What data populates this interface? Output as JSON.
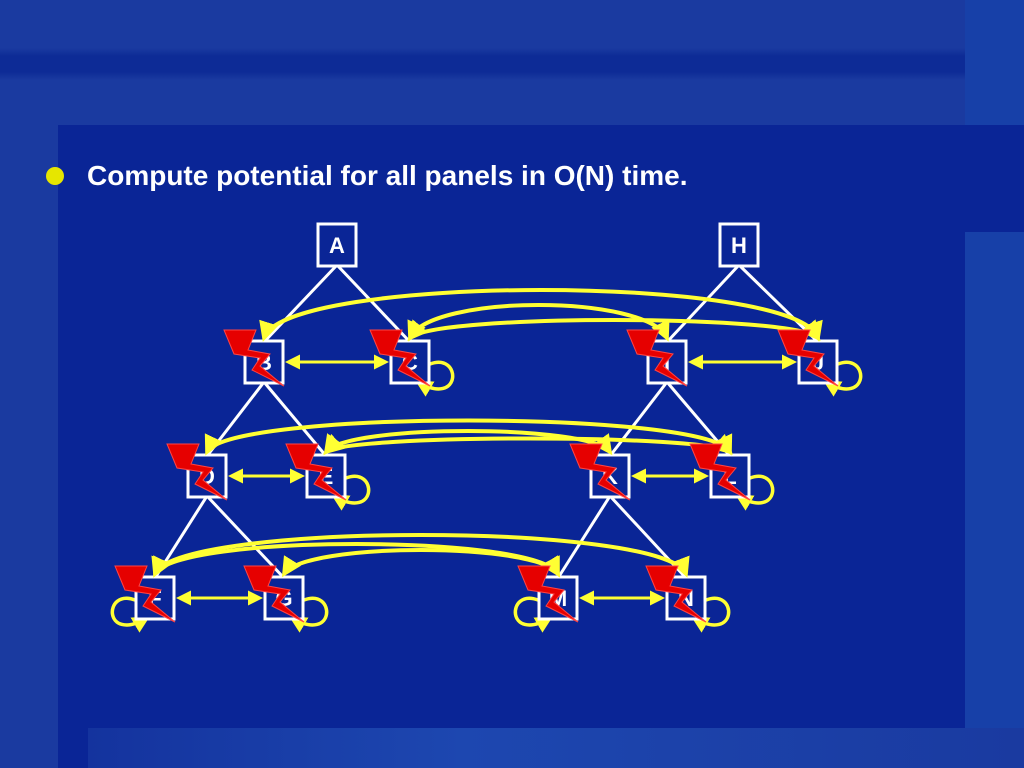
{
  "slide": {
    "bullet_text": "Compute potential for all panels in O(N) time."
  },
  "colors": {
    "background": "#0a2596",
    "arrows": "#ffff33",
    "bolt": "#e60000",
    "tree": "#ffffff",
    "bullet": "#e6e600"
  },
  "trees": {
    "left": {
      "root": "A",
      "nodes": [
        {
          "id": "A",
          "label": "A"
        },
        {
          "id": "B",
          "label": "B"
        },
        {
          "id": "C",
          "label": "C"
        },
        {
          "id": "D",
          "label": "D"
        },
        {
          "id": "E",
          "label": "E"
        },
        {
          "id": "F",
          "label": "F"
        },
        {
          "id": "G",
          "label": "G"
        }
      ]
    },
    "right": {
      "root": "H",
      "nodes": [
        {
          "id": "H",
          "label": "H"
        },
        {
          "id": "I",
          "label": "I"
        },
        {
          "id": "J",
          "label": "J"
        },
        {
          "id": "K",
          "label": "K"
        },
        {
          "id": "L",
          "label": "L"
        },
        {
          "id": "M",
          "label": "M"
        },
        {
          "id": "N",
          "label": "N"
        }
      ]
    }
  },
  "icons": {
    "bullet": "bullet-dot",
    "interaction": "lightning-bolt-icon",
    "self_interaction": "self-loop-arrow-icon"
  }
}
